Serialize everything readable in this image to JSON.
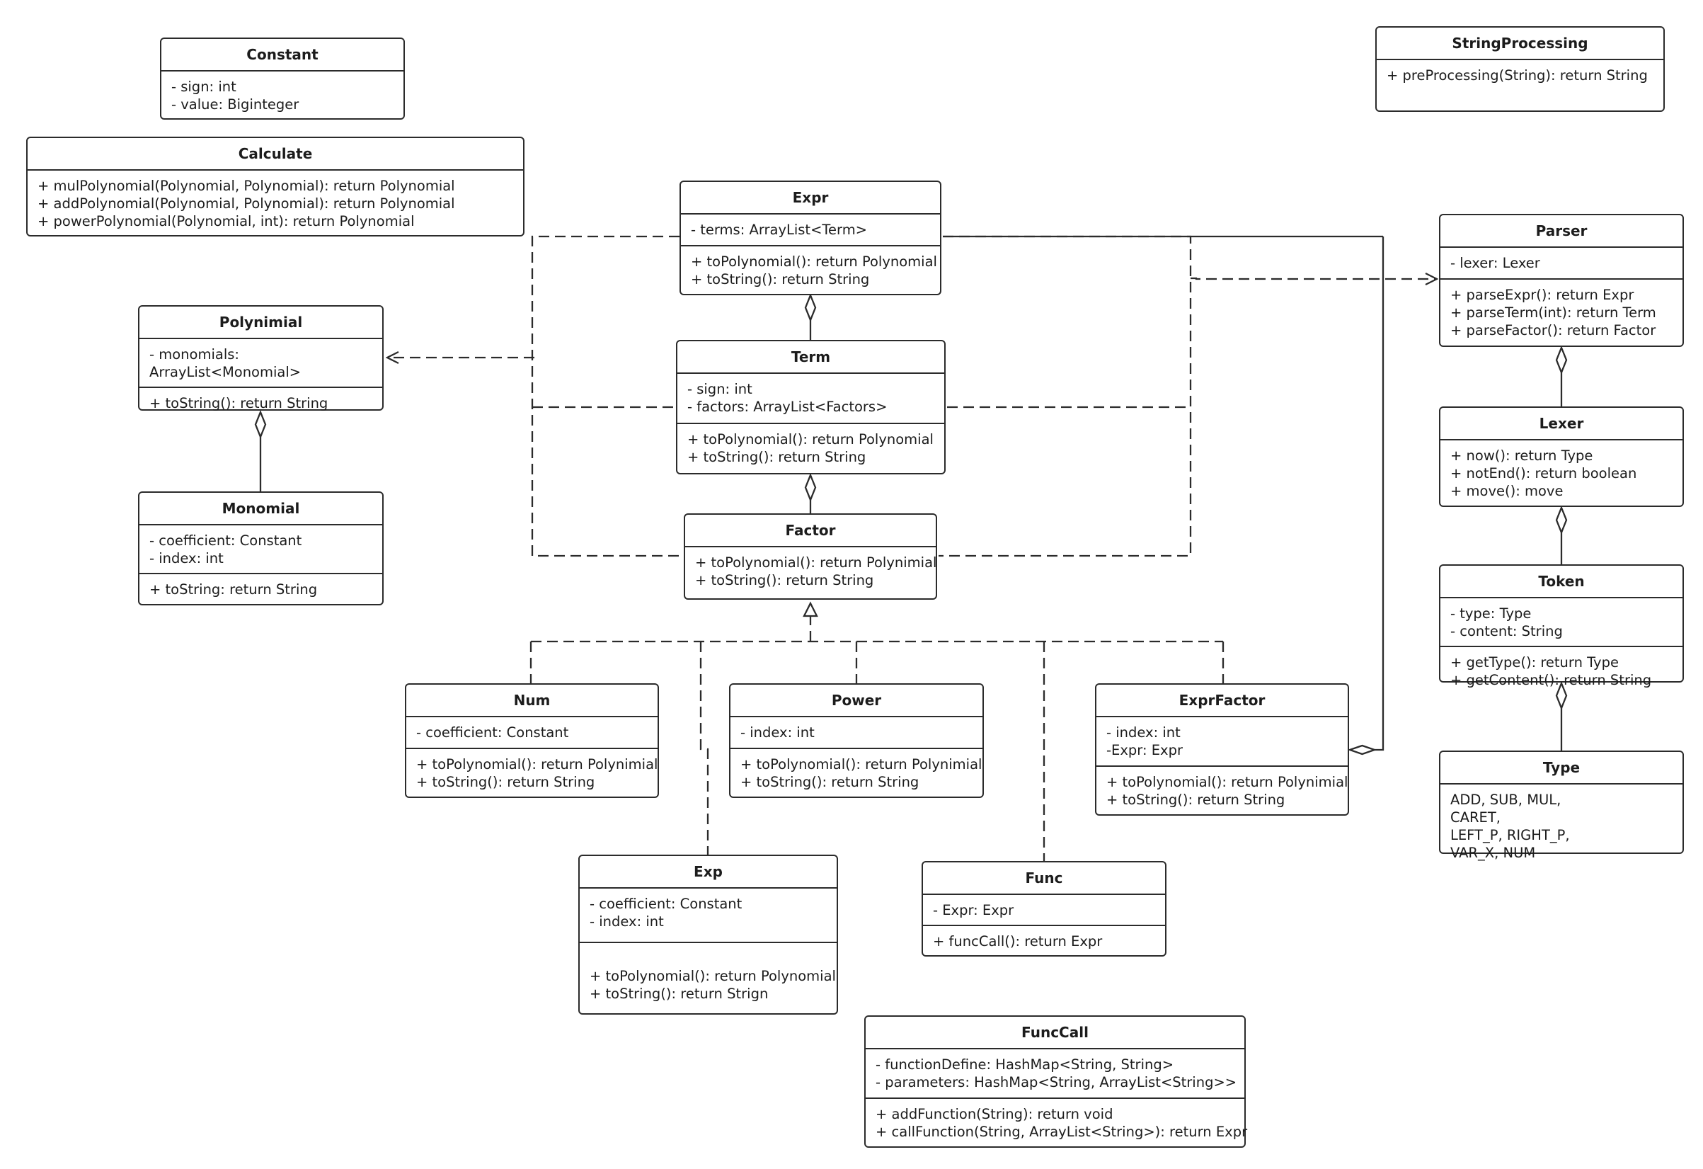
{
  "diagram": {
    "classes": [
      {
        "id": "constant",
        "name": "Constant",
        "sections": [
          [
            "- sign: int",
            "- value: Biginteger"
          ]
        ]
      },
      {
        "id": "calculate",
        "name": "Calculate",
        "sections": [
          [
            "+ mulPolynomial(Polynomial, Polynomial): return Polynomial",
            "+ addPolynomial(Polynomial, Polynomial): return Polynomial",
            "+ powerPolynomial(Polynomial, int): return Polynomial"
          ]
        ]
      },
      {
        "id": "polynimial",
        "name": "Polynimial",
        "sections": [
          [
            "- monomials:",
            "ArrayList<Monomial>"
          ],
          [
            "+ toString(): return String"
          ]
        ]
      },
      {
        "id": "monomial",
        "name": "Monomial",
        "sections": [
          [
            "- coefficient: Constant",
            "- index: int"
          ],
          [
            "+ toString: return String"
          ]
        ]
      },
      {
        "id": "expr",
        "name": "Expr",
        "sections": [
          [
            "- terms: ArrayList<Term>"
          ],
          [
            "+ toPolynomial(): return Polynomial",
            "+ toString(): return String"
          ]
        ]
      },
      {
        "id": "term",
        "name": "Term",
        "sections": [
          [
            "- sign: int",
            "- factors: ArrayList<Factors>"
          ],
          [
            "+ toPolynomial(): return Polynomial",
            "+ toString(): return String"
          ]
        ]
      },
      {
        "id": "factor",
        "name": "Factor",
        "sections": [
          [
            "+ toPolynomial(): return Polynimial",
            "+ toString(): return String"
          ]
        ]
      },
      {
        "id": "num",
        "name": "Num",
        "sections": [
          [
            "- coefficient: Constant"
          ],
          [
            "+ toPolynomial(): return Polynimial",
            "+ toString(): return String"
          ]
        ]
      },
      {
        "id": "power",
        "name": "Power",
        "sections": [
          [
            "- index: int"
          ],
          [
            "+ toPolynomial(): return Polynimial",
            "+ toString(): return String"
          ]
        ]
      },
      {
        "id": "exprfactor",
        "name": "ExprFactor",
        "sections": [
          [
            "- index: int",
            "-Expr: Expr"
          ],
          [
            "+ toPolynomial(): return Polynimial",
            "+ toString(): return String"
          ]
        ]
      },
      {
        "id": "exp",
        "name": "Exp",
        "sections": [
          [
            "- coefficient: Constant",
            "- index: int"
          ],
          [
            "",
            "+ toPolynomial(): return Polynomial",
            "+ toString(): return Strign"
          ]
        ]
      },
      {
        "id": "func",
        "name": "Func",
        "sections": [
          [
            "- Expr: Expr"
          ],
          [
            "+ funcCall(): return Expr"
          ]
        ]
      },
      {
        "id": "funccall",
        "name": "FuncCall",
        "sections": [
          [
            "- functionDefine: HashMap<String, String>",
            "- parameters: HashMap<String, ArrayList<String>>"
          ],
          [
            "+ addFunction(String): return void",
            "+ callFunction(String, ArrayList<String>): return Expr"
          ]
        ]
      },
      {
        "id": "stringprocessing",
        "name": "StringProcessing",
        "sections": [
          [
            "+ preProcessing(String): return String"
          ]
        ]
      },
      {
        "id": "parser",
        "name": "Parser",
        "sections": [
          [
            "- lexer: Lexer"
          ],
          [
            "+ parseExpr(): return Expr",
            "+ parseTerm(int): return Term",
            "+ parseFactor(): return Factor"
          ]
        ]
      },
      {
        "id": "lexer",
        "name": "Lexer",
        "sections": [
          [
            "+ now(): return Type",
            "+ notEnd(): return boolean",
            "+ move(): move"
          ]
        ]
      },
      {
        "id": "token",
        "name": "Token",
        "sections": [
          [
            "- type: Type",
            "- content: String"
          ],
          [
            "+ getType(): return Type",
            "+ getContent(): return String"
          ]
        ]
      },
      {
        "id": "type",
        "name": "Type",
        "sections": [
          [
            "ADD, SUB, MUL,",
            "CARET,",
            "LEFT_P, RIGHT_P,",
            "VAR_X, NUM"
          ]
        ]
      }
    ]
  }
}
